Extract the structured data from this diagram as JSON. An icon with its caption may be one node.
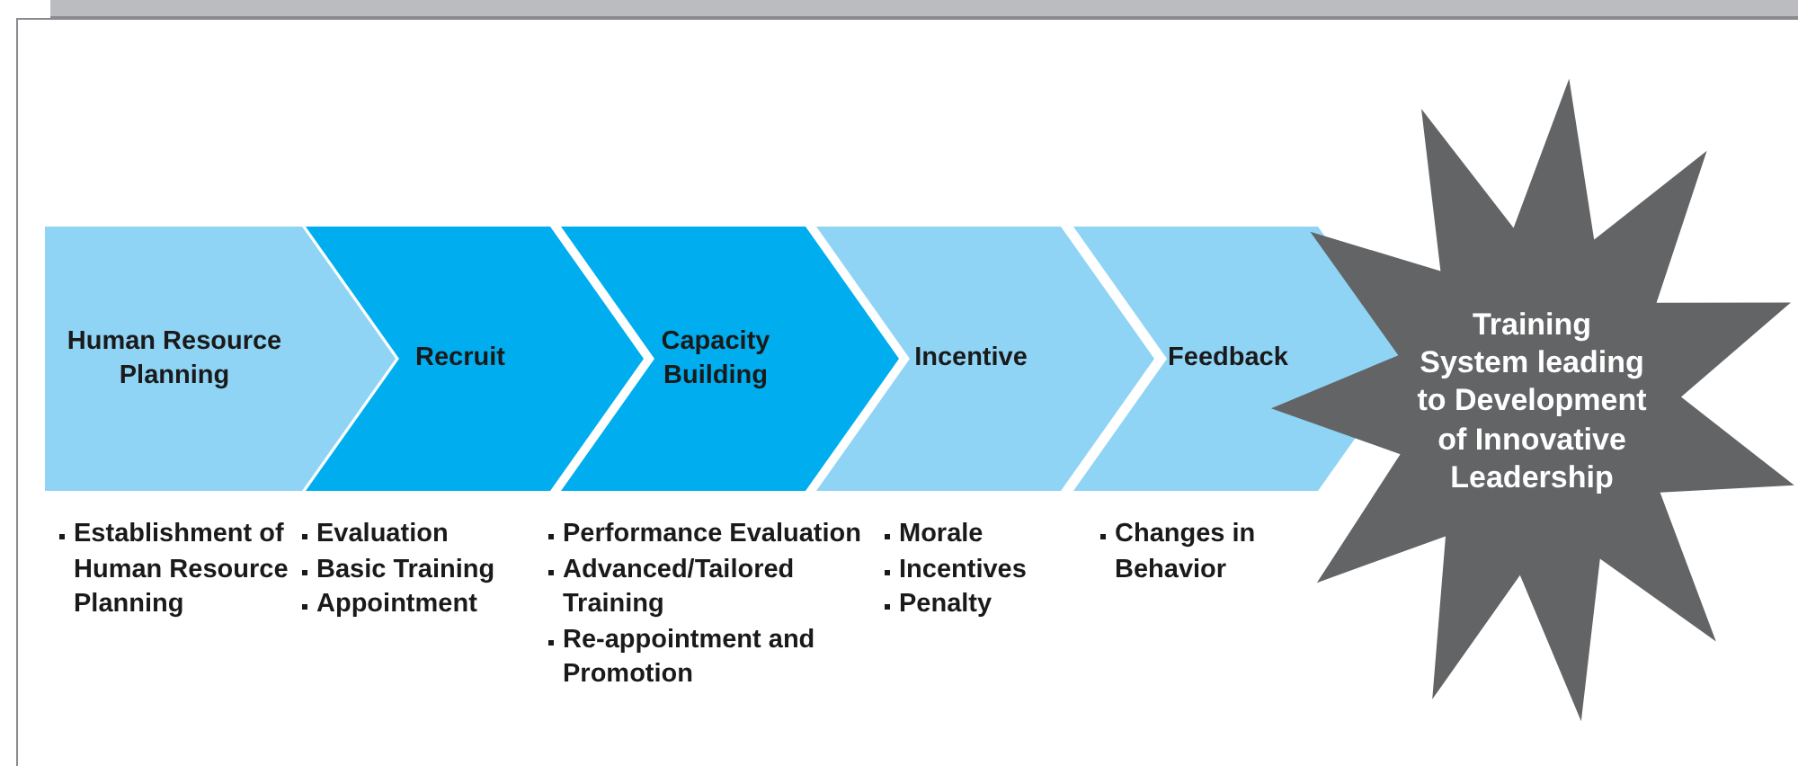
{
  "diagram": {
    "nodes": [
      {
        "text": [
          "Human Resource Planning"
        ],
        "beside": [
          "Establishment of Human Resource Planning"
        ]
      },
      {
        "text": [
          "Recruit"
        ],
        "beside": [
          "Evaluation",
          "Basic Training",
          "Appointment"
        ]
      },
      {
        "text": [
          "Capacity Building"
        ],
        "beside": [
          "Performance Evaluation",
          "Advanced/Tailored Training",
          "Re-appointment and Promotion"
        ]
      },
      {
        "text": [
          "Incentive"
        ],
        "beside": [
          "Morale",
          "Incentives",
          "Penalty"
        ]
      },
      {
        "text": [
          "Feedback"
        ],
        "beside": [
          "Changes in Behavior"
        ]
      },
      {
        "text": [
          "Training System leading to Development of Innovative Leadership"
        ]
      }
    ]
  }
}
